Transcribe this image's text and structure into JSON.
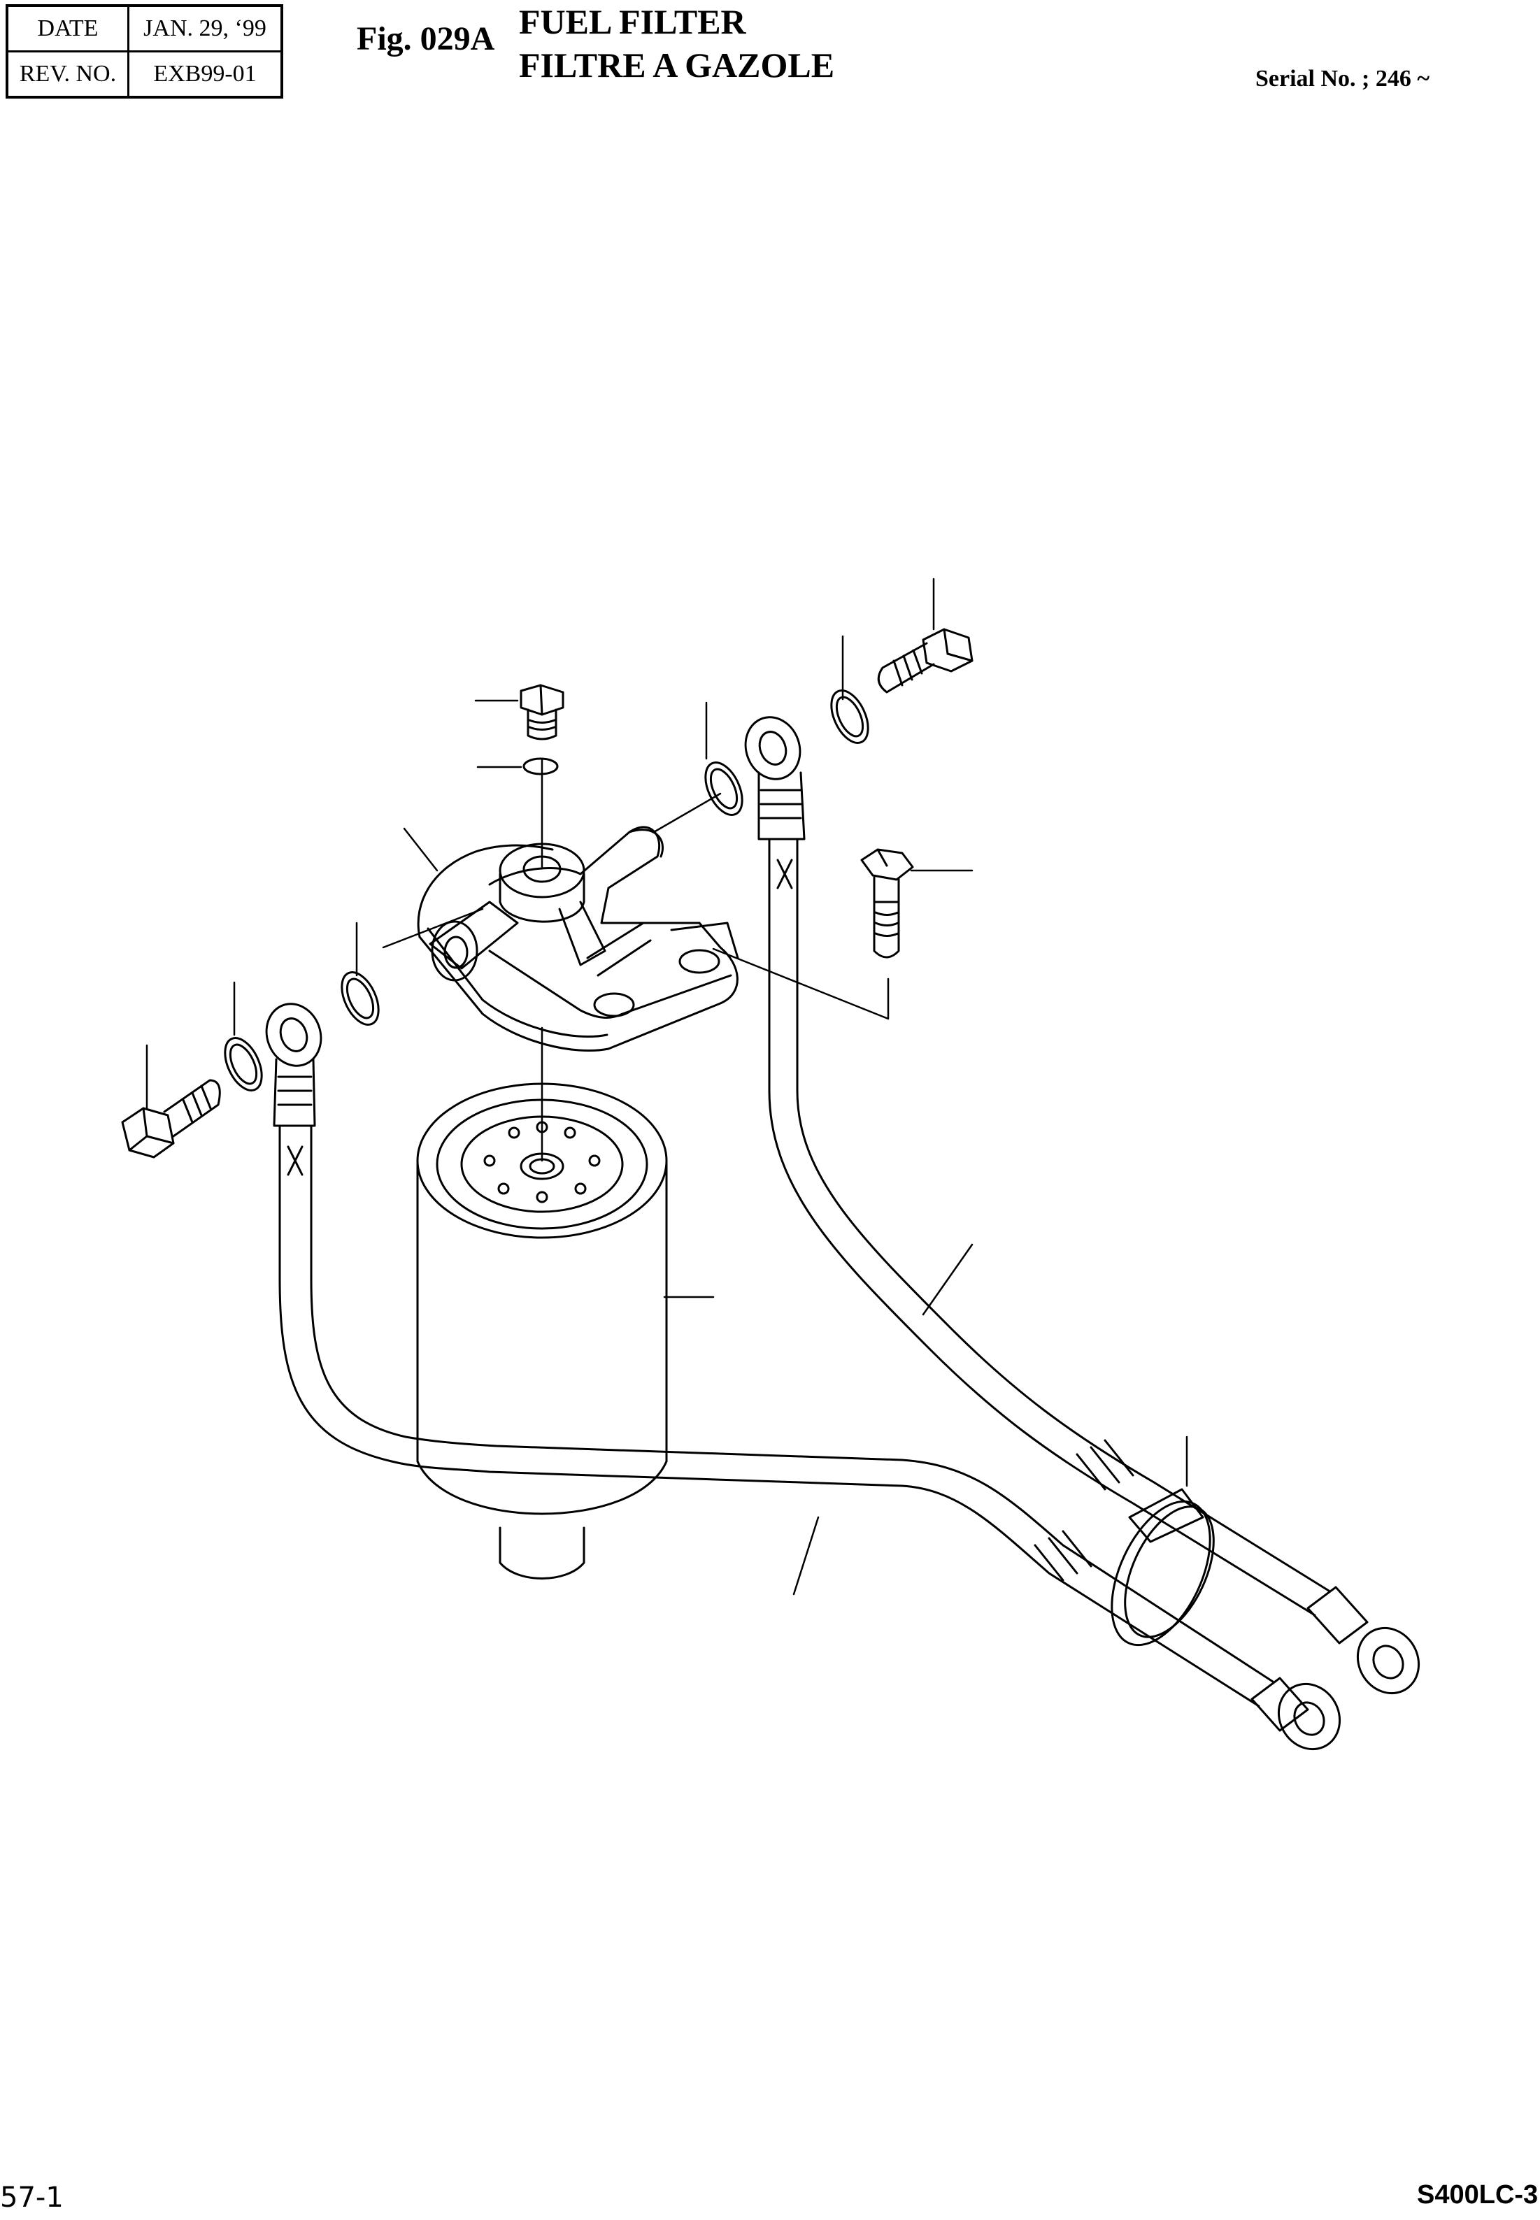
{
  "header": {
    "date_label": "DATE",
    "date_value": "JAN. 29, ‘99",
    "rev_label": "REV. NO.",
    "rev_value": "EXB99-01"
  },
  "figure": {
    "number": "Fig. 029A",
    "title_en": "FUEL FILTER",
    "title_fr": "FILTRE A GAZOLE",
    "serial": "Serial No. ; 246 ~"
  },
  "footer": {
    "page": "57-1",
    "model": "S400LC-3"
  }
}
